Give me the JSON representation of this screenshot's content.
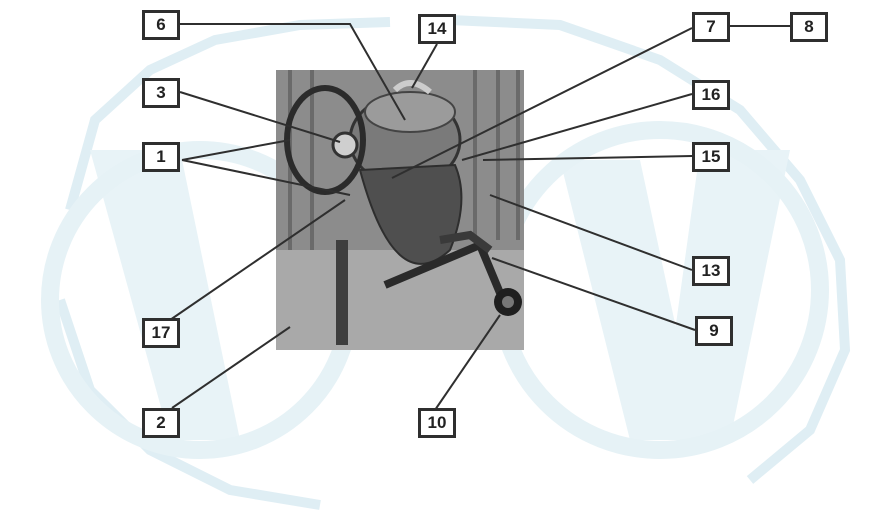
{
  "diagram": {
    "callouts": [
      {
        "id": "c6",
        "label": "6"
      },
      {
        "id": "c14",
        "label": "14"
      },
      {
        "id": "c7",
        "label": "7"
      },
      {
        "id": "c8",
        "label": "8"
      },
      {
        "id": "c3",
        "label": "3"
      },
      {
        "id": "c16",
        "label": "16"
      },
      {
        "id": "c1",
        "label": "1"
      },
      {
        "id": "c15",
        "label": "15"
      },
      {
        "id": "c13",
        "label": "13"
      },
      {
        "id": "c17",
        "label": "17"
      },
      {
        "id": "c9",
        "label": "9"
      },
      {
        "id": "c2",
        "label": "2"
      },
      {
        "id": "c10",
        "label": "10"
      }
    ],
    "colors": {
      "watermark": "#dfeef4",
      "leader_line": "#2f2f2f",
      "photo_bg": "#8b8b8b",
      "mixer_body": "#5c5c5c"
    }
  }
}
